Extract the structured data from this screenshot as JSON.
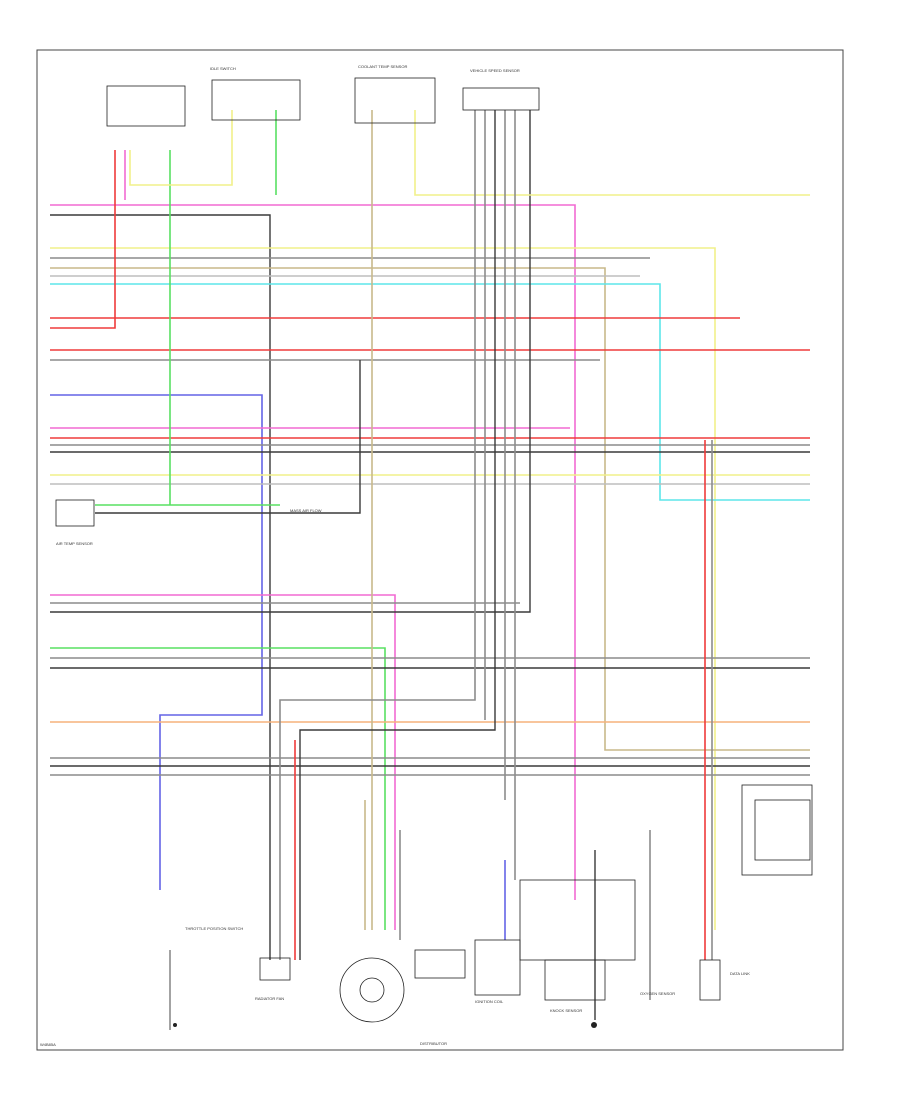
{
  "diagram": {
    "footer_code": "W4B85A",
    "components": {
      "throttle_pos_switch": "THROTTLE POSITION SWITCH",
      "radiator_fan": "RADIATOR FAN",
      "air_temp_sensor": "AIR TEMP SENSOR",
      "mass_air_flow": "MASS AIR FLOW",
      "ignition_coil": "IGNITION COIL",
      "distributor": "DISTRIBUTOR",
      "knock_sensor": "KNOCK SENSOR",
      "data_link": "DATA LINK",
      "oxygen_sensor": "OXYGEN SENSOR",
      "coolant_temp": "COOLANT TEMP SENSOR",
      "idle_switch": "IDLE SWITCH",
      "vehicle_speed": "VEHICLE SPEED SENSOR"
    }
  },
  "colors": {
    "pink": "#f26ad2",
    "red": "#ef3b3b",
    "yellow": "#f1f08a",
    "cyan": "#5de6ea",
    "green": "#59e062",
    "blue": "#6464e6",
    "gray": "#8c8c8c",
    "dark": "#3a3a3a",
    "tan": "#c8b98a",
    "orange": "#f5b27c",
    "lightgray": "#bdbdbd"
  }
}
